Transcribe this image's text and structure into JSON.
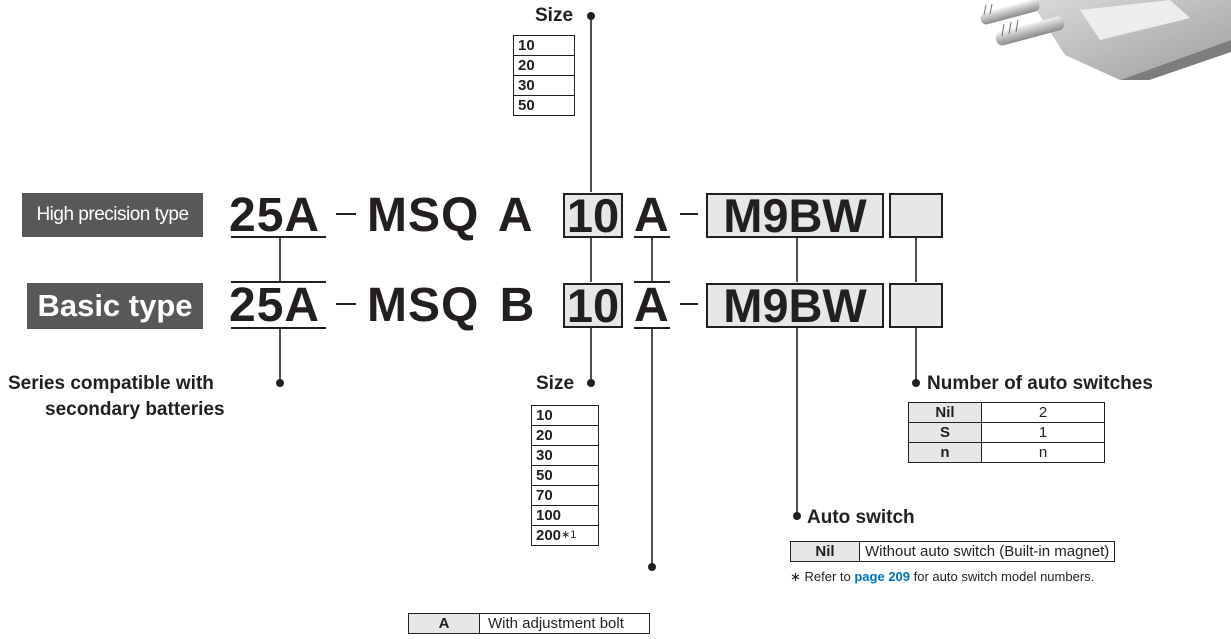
{
  "badges": {
    "high_precision": "High precision type",
    "basic": "Basic type"
  },
  "model_high": {
    "series": "25A",
    "dash1": "-",
    "body": "MSQ A",
    "size": "10",
    "adjust": "A",
    "dash2": "-",
    "switch": "M9BW",
    "count": ""
  },
  "model_basic": {
    "series": "25A",
    "dash1": "-",
    "body": "MSQ B",
    "size": "10",
    "adjust": "A",
    "dash2": "-",
    "switch": "M9BW",
    "count": ""
  },
  "size_high": {
    "title": "Size",
    "values": [
      "10",
      "20",
      "30",
      "50"
    ]
  },
  "size_basic": {
    "title": "Size",
    "values": [
      "10",
      "20",
      "30",
      "50",
      "70",
      "100",
      "200"
    ],
    "last_note": "∗1"
  },
  "series_label": {
    "line1": "Series compatible with",
    "line2": "secondary batteries"
  },
  "auto_switch_count": {
    "title": "Number of auto switches",
    "rows": [
      {
        "key": "Nil",
        "value": "2"
      },
      {
        "key": "S",
        "value": "1"
      },
      {
        "key": "n",
        "value": "n"
      }
    ]
  },
  "auto_switch": {
    "title": "Auto switch",
    "rows": [
      {
        "key": "Nil",
        "value": "Without auto switch (Built-in magnet)"
      }
    ],
    "note_prefix": "∗  Refer to ",
    "note_link": "page 209",
    "note_suffix": " for auto switch model numbers.",
    "link_color": "#0072bc"
  },
  "adjustment": {
    "rows": [
      {
        "key": "A",
        "value": "With adjustment bolt"
      }
    ]
  }
}
